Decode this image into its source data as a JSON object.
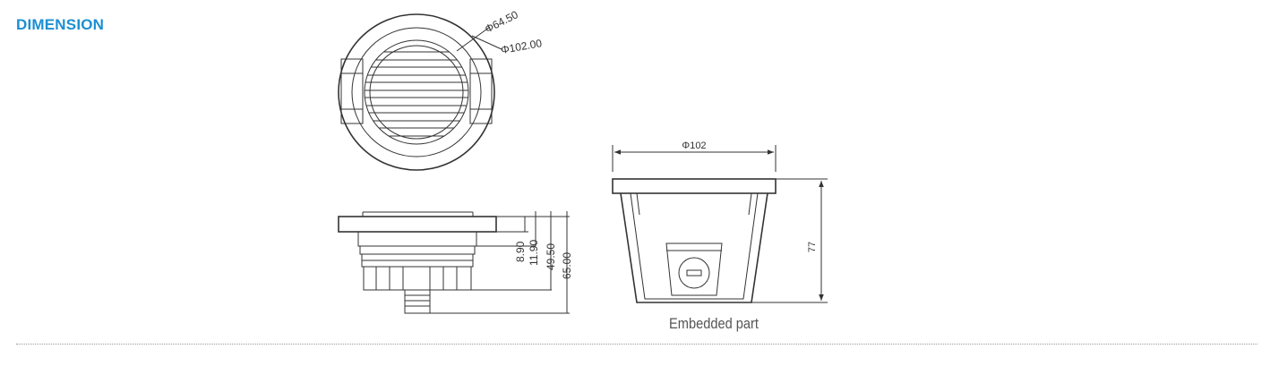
{
  "section": {
    "title": "DIMENSION"
  },
  "top_view": {
    "dim_inner": "Φ64.50",
    "dim_outer": "Φ102.00"
  },
  "side_view": {
    "dim_a": "8.90",
    "dim_b": "11.90",
    "dim_c": "49.50",
    "dim_d": "65.00"
  },
  "embedded_view": {
    "dim_width": "Φ102",
    "dim_height": "77",
    "caption": "Embedded part"
  },
  "colors": {
    "heading": "#1b8fd2",
    "line": "#333333",
    "divider": "#9a9a9a"
  }
}
